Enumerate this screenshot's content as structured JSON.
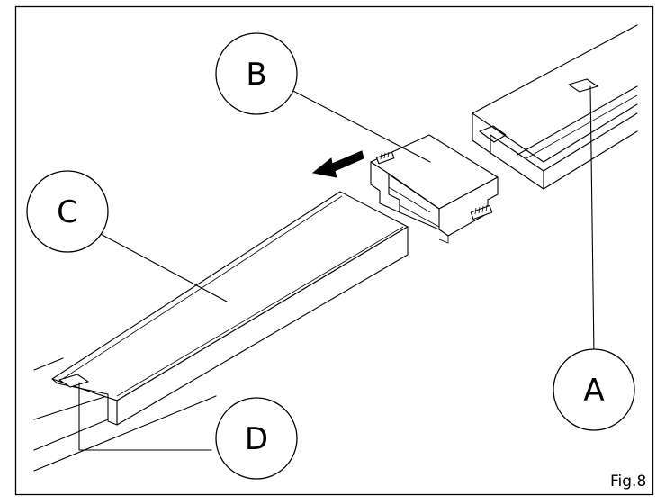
{
  "figure": {
    "label": "Fig.8",
    "callouts": [
      {
        "key": "a",
        "letter": "A",
        "part": "slot"
      },
      {
        "key": "b",
        "letter": "B",
        "part": "joining-bracket"
      },
      {
        "key": "c",
        "letter": "C",
        "part": "cover"
      },
      {
        "key": "d",
        "letter": "D",
        "part": "slot"
      }
    ]
  }
}
